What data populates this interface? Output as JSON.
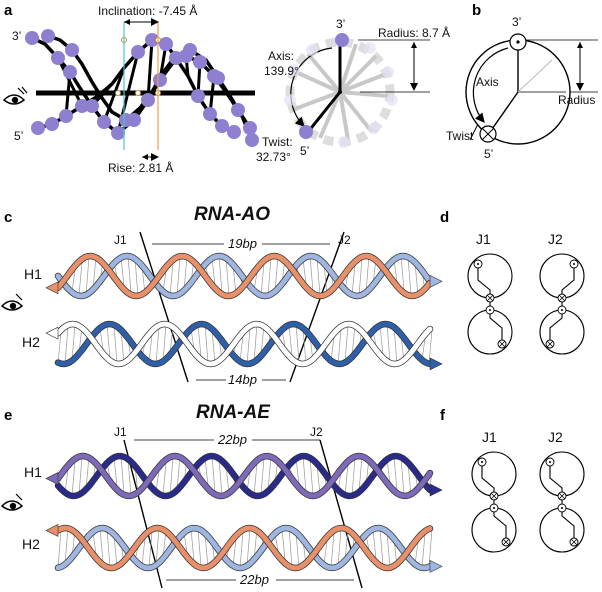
{
  "panels": {
    "a": "a",
    "b": "b",
    "c": "c",
    "d": "d",
    "e": "e",
    "f": "f"
  },
  "panel_a": {
    "inclination": "Inclination: -7.45 Å",
    "rise": "Rise: 2.81 Å",
    "radius": "Radius: 8.7 Å",
    "axis_label": "Axis:",
    "axis_value": "139.9°",
    "twist_label": "Twist:",
    "twist_value": "32.73°",
    "end_3": "3’",
    "end_5": "5’"
  },
  "panel_b": {
    "end_3": "3’",
    "end_5": "5’",
    "axis": "Axis",
    "radius": "Radius",
    "twist": "Twist"
  },
  "panel_c": {
    "title": "RNA-AO",
    "j1": "J1",
    "j2": "J2",
    "top_span": "19bp",
    "bottom_span": "14bp",
    "h1": "H1",
    "h2": "H2"
  },
  "panel_d": {
    "j1": "J1",
    "j2": "J2"
  },
  "panel_e": {
    "title": "RNA-AE",
    "j1": "J1",
    "j2": "J2",
    "top_span": "22bp",
    "bottom_span": "22bp",
    "h1": "H1",
    "h2": "H2"
  },
  "panel_f": {
    "j1": "J1",
    "j2": "J2"
  },
  "colors": {
    "purple_node": "#8f7fd0",
    "orange": "#e8906a",
    "blue": "#2f5fa8",
    "navy": "#2a2a8a",
    "light_blue": "#9fb6e0",
    "violet": "#7e6ab8",
    "cyan_line": "#4fc3d8",
    "orange_line": "#e9a24a"
  }
}
